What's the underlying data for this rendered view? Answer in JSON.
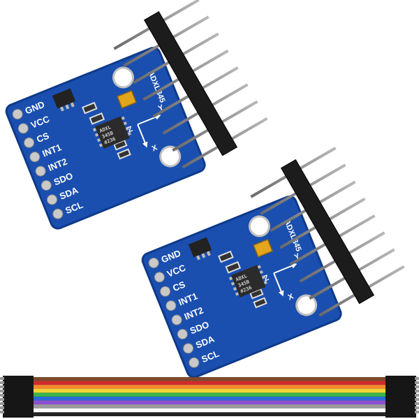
{
  "board": {
    "pin_labels": [
      "GND",
      "VCC",
      "CS",
      "INT1",
      "INT2",
      "SDO",
      "SDA",
      "SCL"
    ],
    "chip_marking": [
      "ADXL",
      "345B",
      "#236"
    ],
    "side_label": "ADXL345",
    "axis_labels": {
      "x": "X",
      "y": "Y",
      "z": "Z"
    }
  },
  "colors": {
    "pcb": "#1a4fb0",
    "pcb_edge": "#0f3a8a",
    "pad": "#c9c9c9",
    "header_plastic": "#1c1c1c",
    "header_pin": "#8a8a8a",
    "capacitor": "#e2a51d"
  },
  "dupont_wire_colors": [
    "#7e4a2b",
    "#d12b2b",
    "#f28a2c",
    "#f2d534",
    "#3bb54a",
    "#2a6ad8",
    "#8e4fd0",
    "#9a9a9a",
    "#ffffff",
    "#222222"
  ]
}
